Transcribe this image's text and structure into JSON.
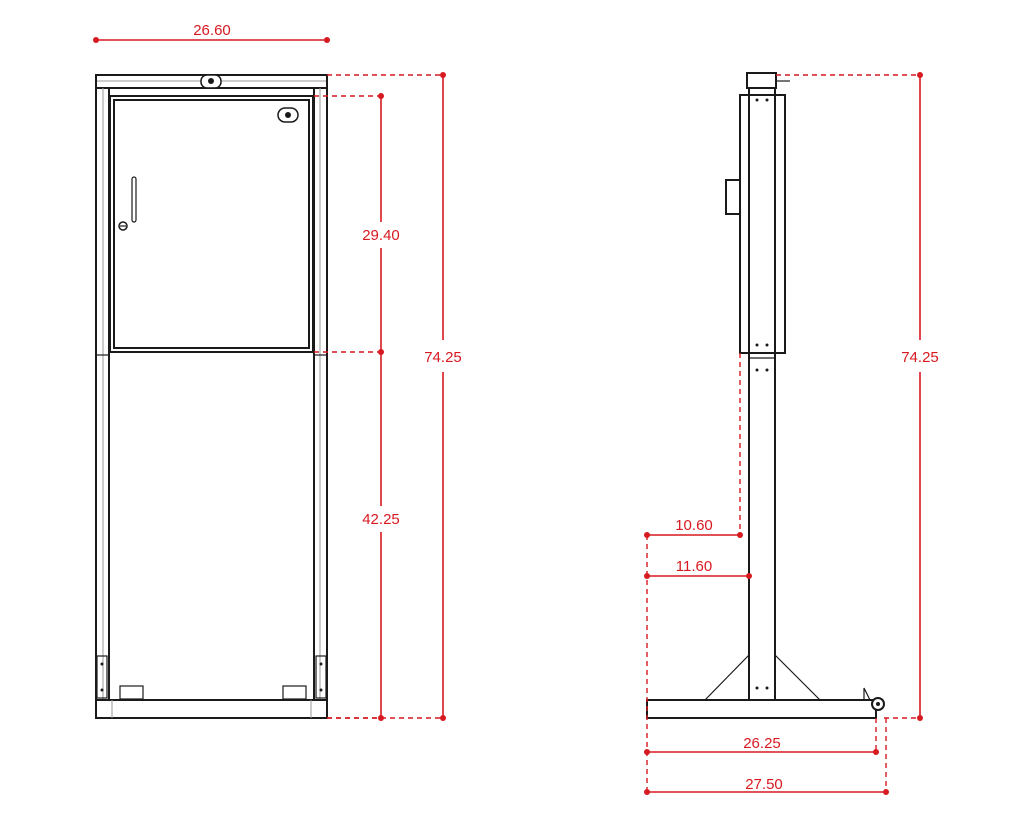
{
  "front_view": {
    "overall_width": "26.60",
    "overall_height": "74.25",
    "cabinet_height": "29.40",
    "lower_height": "42.25"
  },
  "side_view": {
    "overall_height": "74.25",
    "cabinet_depth": "10.60",
    "post_offset": "11.60",
    "base_length": "26.25",
    "overall_depth": "27.50"
  },
  "colors": {
    "dimension": "#d71920",
    "line": "#1a1a1a"
  }
}
